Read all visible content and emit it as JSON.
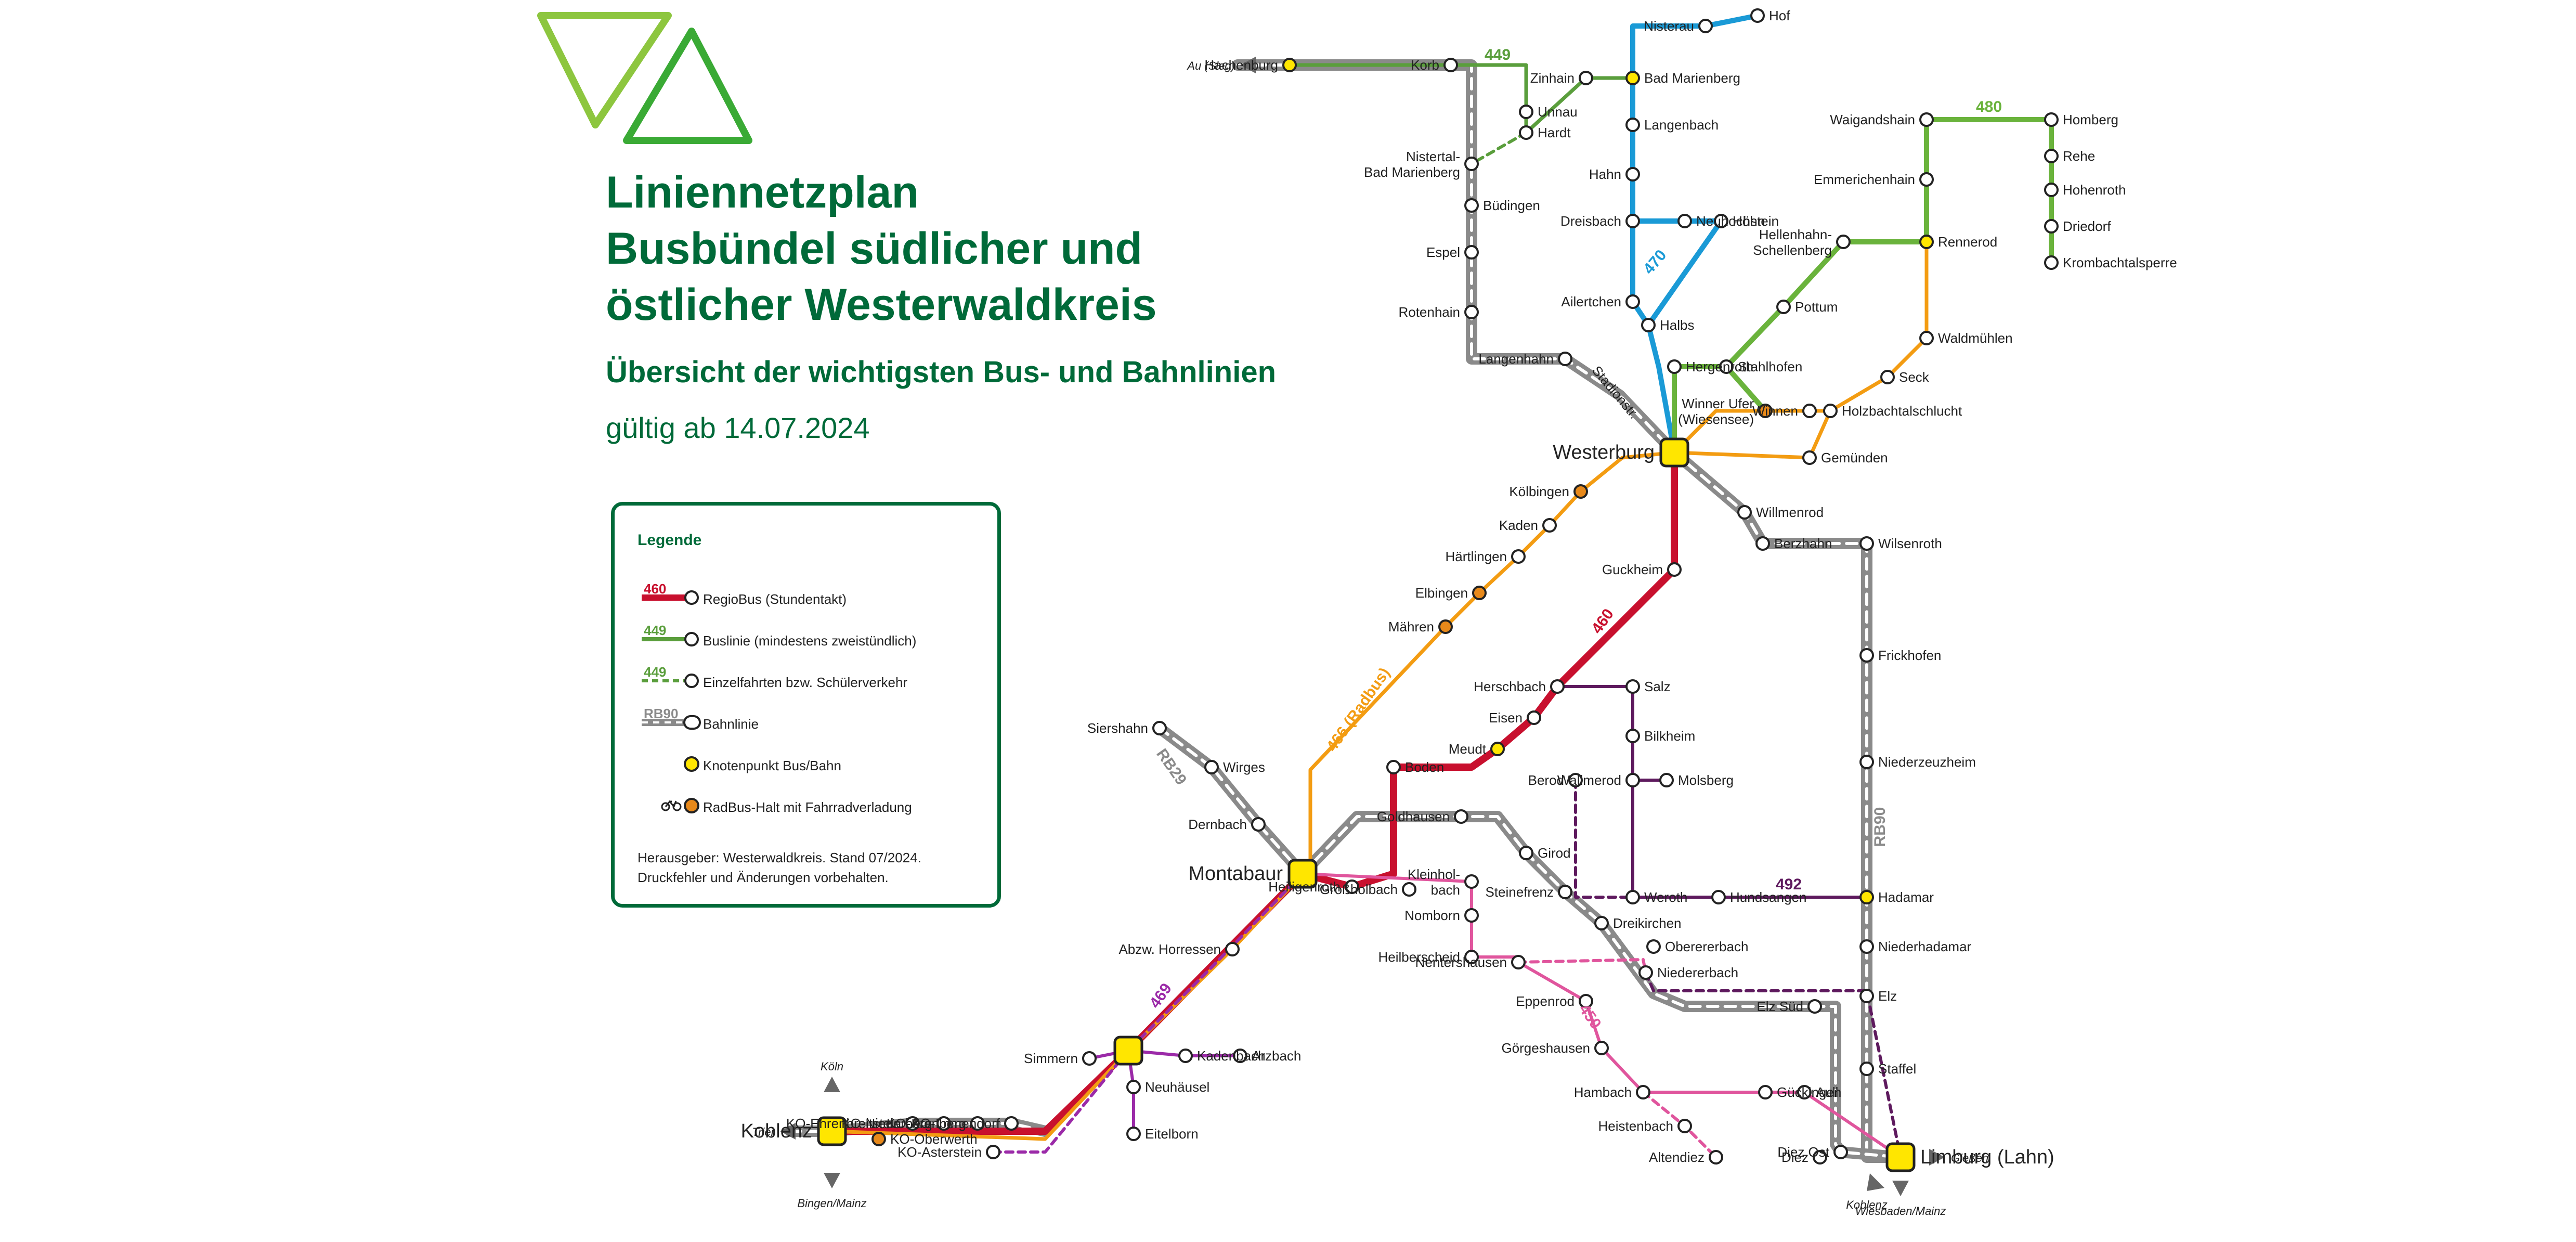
{
  "title_lines": [
    "Liniennetzplan",
    "Busbündel südlicher und",
    "östlicher Westerwaldkreis"
  ],
  "subtitle": "Übersicht der wichtigsten Bus- und Bahnlinien",
  "validity": "gültig ab 14.07.2024",
  "colors": {
    "brand_green": "#006a39",
    "logo_light_green": "#8dc63f",
    "logo_green": "#3aaa35",
    "regiobus_red": "#c8102e",
    "bus_green": "#5a9e3c",
    "bus_green_bright": "#6ab33c",
    "bus_blue": "#1a9ad6",
    "bus_orange": "#f39c12",
    "bus_purple": "#5e1a5e",
    "bus_pink": "#e0559d",
    "bus_magenta": "#9b2aa8",
    "rail_grey": "#8a8a8a",
    "node_yellow": "#ffe600",
    "bike_orange": "#e8891a"
  },
  "legend": {
    "title": "Legende",
    "items": [
      {
        "tag": "460",
        "tag_color": "#c8102e",
        "label": "RegioBus (Stundentakt)",
        "symbol": "line-solid-red"
      },
      {
        "tag": "449",
        "tag_color": "#5a9e3c",
        "label": "Buslinie (mindestens zweistündlich)",
        "symbol": "line-solid-green"
      },
      {
        "tag": "449",
        "tag_color": "#5a9e3c",
        "label": "Einzelfahrten bzw. Schülerverkehr",
        "symbol": "line-dashed-green"
      },
      {
        "tag": "RB90",
        "tag_color": "#8a8a8a",
        "label": "Bahnlinie",
        "symbol": "rail"
      },
      {
        "tag": "",
        "tag_color": "",
        "label": "Knotenpunkt Bus/Bahn",
        "symbol": "node-yellow"
      },
      {
        "tag": "",
        "tag_color": "",
        "label": "RadBus-Halt mit Fahrradverladung",
        "symbol": "bike-orange"
      }
    ],
    "footer": [
      "Herausgeber: Westerwaldkreis. Stand 07/2024.",
      "Druckfehler und Änderungen vorbehalten."
    ]
  },
  "line_labels": [
    "460",
    "466 (Radbus)",
    "470",
    "480",
    "449",
    "469",
    "450",
    "492",
    "RB29",
    "RB90",
    "Stadionstr."
  ],
  "directions": [
    "Au (Sieg)",
    "Köln",
    "Trier",
    "Bingen/Mainz",
    "Gießen",
    "Koblenz",
    "Wiesbaden/Mainz"
  ],
  "stops": {
    "hubs": [
      "Westerburg",
      "Montabaur",
      "Koblenz",
      "Limburg (Lahn)"
    ],
    "regular": [
      "Hachenburg",
      "Korb",
      "Unnau",
      "Hardt",
      "Zinhain",
      "Bad Marienberg",
      "Nisterau",
      "Hof",
      "Nistertal-\nBad Marienberg",
      "Büdingen",
      "Espel",
      "Rotenhain",
      "Langenhahn",
      "Langenbach",
      "Hahn",
      "Neuhochstein",
      "Dreisbach",
      "Höhn",
      "Ailertchen",
      "Halbs",
      "Hergenroth",
      "Stahlhofen",
      "Pottum",
      "Hellenhahn-\nSchellenberg",
      "Rennerod",
      "Emmerichenhain",
      "Waigandshain",
      "Homberg",
      "Rehe",
      "Hohenroth",
      "Driedorf",
      "Krombachtalsperre",
      "Waldmühlen",
      "Seck",
      "Holzbachtalschlucht",
      "Winnen",
      "Winner Ufer\n(Wiesensee)",
      "Gemünden",
      "Kölbingen",
      "Kaden",
      "Härtlingen",
      "Elbingen",
      "Mähren",
      "Willmenrod",
      "Berzhahn",
      "Wilsenroth",
      "Frickhofen",
      "Niederzeuzheim",
      "Hadamar",
      "Niederhadamar",
      "Elz",
      "Elz Süd",
      "Staffel",
      "Guckheim",
      "Herschbach",
      "Eisen",
      "Meudt",
      "Salz",
      "Bilkheim",
      "Wallmerod",
      "Molsberg",
      "Berod",
      "Boden",
      "Goldhausen",
      "Girod",
      "Kleinhol-\nbach",
      "Weroth",
      "Hundsangen",
      "Siershahn",
      "Wirges",
      "Dernbach",
      "Heiligenroth",
      "Großholbach",
      "Nomborn",
      "Steinefrenz",
      "Dreikirchen",
      "Oberererbach",
      "Niedererbach",
      "Heilberscheid",
      "Nentershausen",
      "Eppenrod",
      "Görgeshausen",
      "Hambach",
      "Heistenbach",
      "Altendiez",
      "Gückingen",
      "Aull",
      "Diez",
      "Diez Ost",
      "Abzw. Horressen",
      "Simmern",
      "Kadenbach",
      "Arzbach",
      "Neuhäusel",
      "Eitelborn",
      "KO-Ehrenbreitstein",
      "KO-Niederberg",
      "KO-Arenberg",
      "KO-Immendorf",
      "KO-Asterstein",
      "KO-Oberwerth"
    ]
  }
}
